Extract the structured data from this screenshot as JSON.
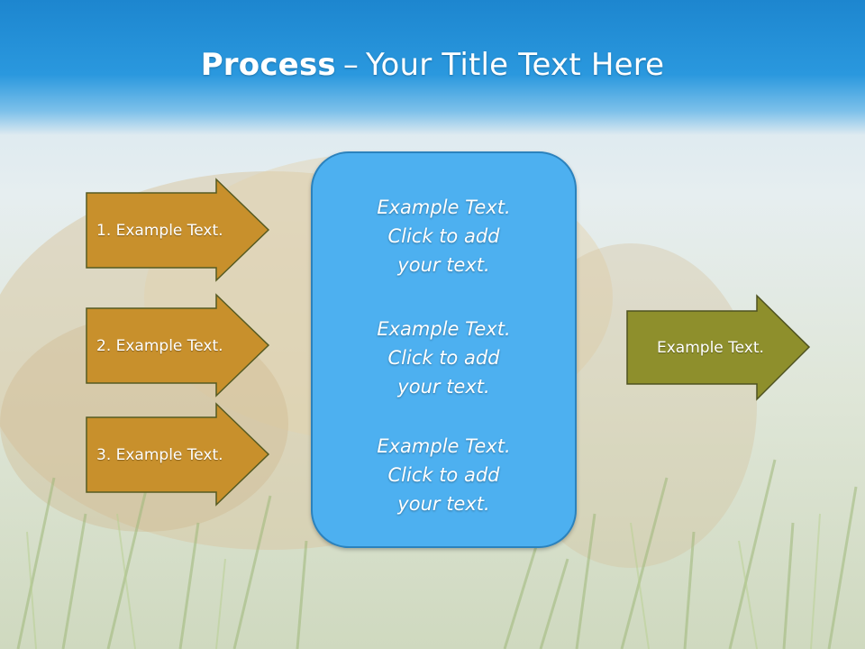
{
  "slide": {
    "title_bold": "Process",
    "title_separator": "–",
    "title_rest": "Your Title Text Here"
  },
  "left_arrows": [
    {
      "label": "1. Example Text."
    },
    {
      "label": "2. Example Text."
    },
    {
      "label": "3. Example Text."
    }
  ],
  "center_box": {
    "paragraphs": [
      {
        "line1": "Example Text.",
        "line2": "Click  to add",
        "line3": "your text."
      },
      {
        "line1": "Example Text.",
        "line2": "Click  to add",
        "line3": "your text."
      },
      {
        "line1": "Example Text.",
        "line2": "Click  to add",
        "line3": "your text."
      }
    ]
  },
  "right_arrow": {
    "label": "Example Text."
  },
  "colors": {
    "header_blue": "#1d86cf",
    "left_arrow_fill": "#c8902c",
    "center_box_fill": "#4db0f0",
    "right_arrow_fill": "#8e8f2c"
  }
}
